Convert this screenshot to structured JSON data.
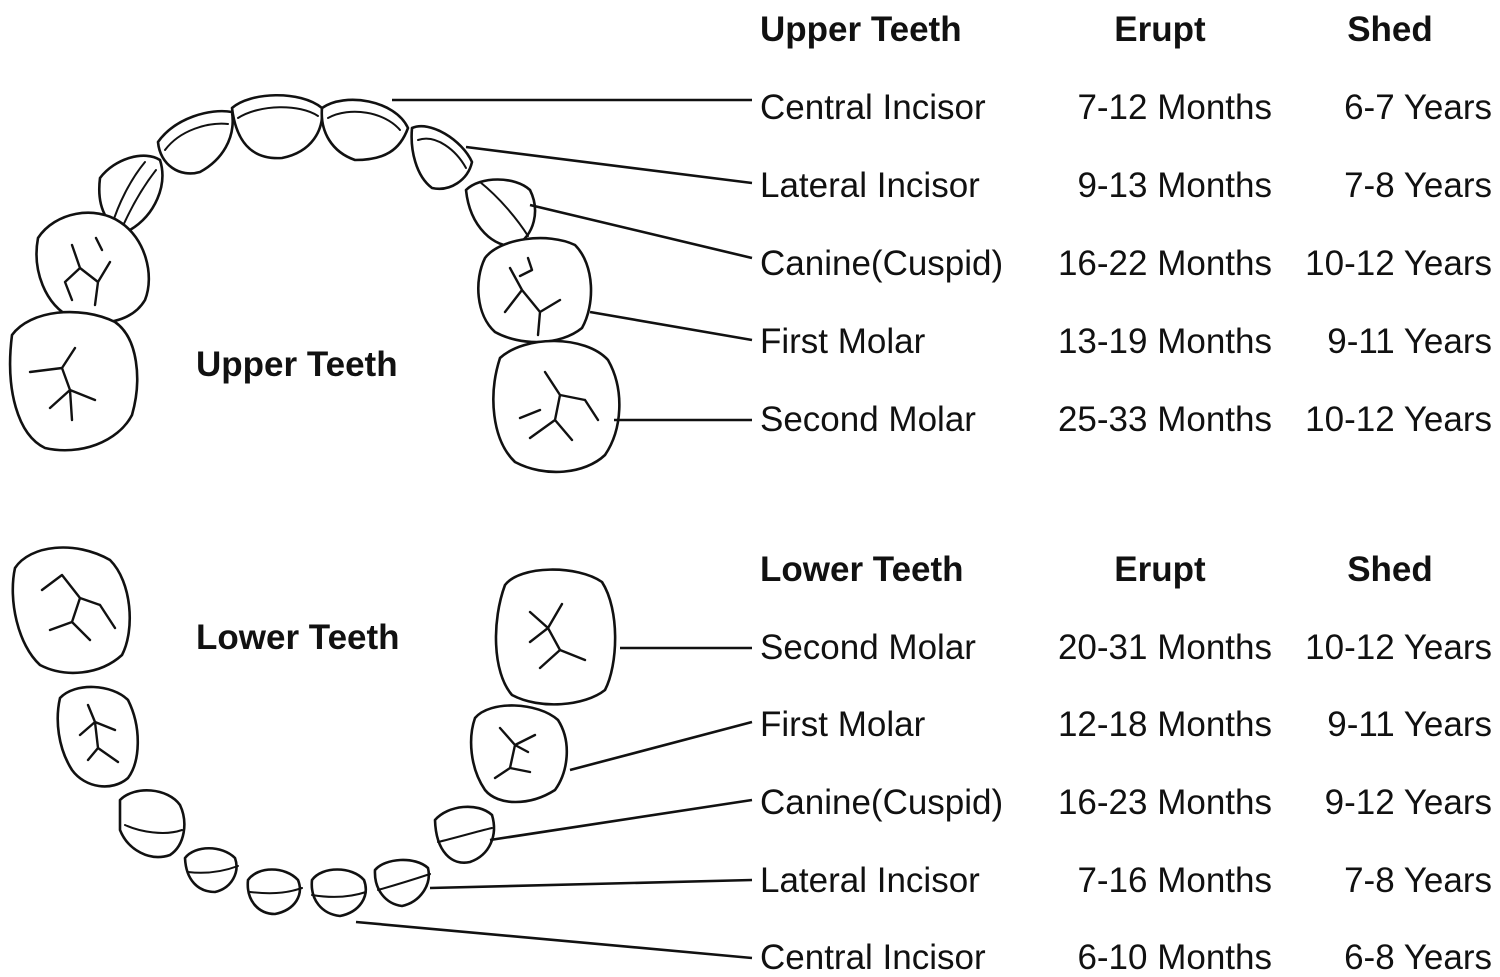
{
  "arch_labels": {
    "upper": "Upper Teeth",
    "lower": "Lower Teeth"
  },
  "upper_table": {
    "headers": {
      "tooth": "Upper Teeth",
      "erupt": "Erupt",
      "shed": "Shed"
    },
    "rows": [
      {
        "tooth": "Central Incisor",
        "erupt": "7-12 Months",
        "shed": "6-7 Years"
      },
      {
        "tooth": "Lateral Incisor",
        "erupt": "9-13 Months",
        "shed": "7-8 Years"
      },
      {
        "tooth": "Canine(Cuspid)",
        "erupt": "16-22 Months",
        "shed": "10-12 Years"
      },
      {
        "tooth": "First Molar",
        "erupt": "13-19 Months",
        "shed": "9-11 Years"
      },
      {
        "tooth": "Second Molar",
        "erupt": "25-33 Months",
        "shed": "10-12 Years"
      }
    ]
  },
  "lower_table": {
    "headers": {
      "tooth": "Lower Teeth",
      "erupt": "Erupt",
      "shed": "Shed"
    },
    "rows": [
      {
        "tooth": "Second Molar",
        "erupt": "20-31 Months",
        "shed": "10-12 Years"
      },
      {
        "tooth": "First Molar",
        "erupt": "12-18 Months",
        "shed": "9-11 Years"
      },
      {
        "tooth": "Canine(Cuspid)",
        "erupt": "16-23 Months",
        "shed": "9-12 Years"
      },
      {
        "tooth": "Lateral Incisor",
        "erupt": "7-16 Months",
        "shed": "7-8 Years"
      },
      {
        "tooth": "Central Incisor",
        "erupt": "6-10 Months",
        "shed": "6-8 Years"
      }
    ]
  }
}
